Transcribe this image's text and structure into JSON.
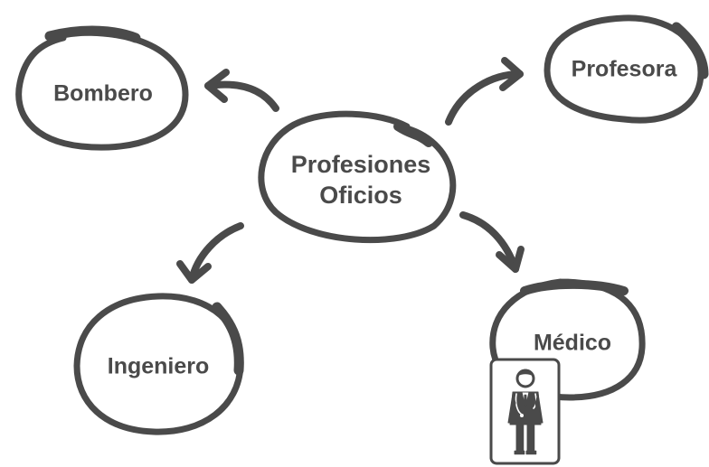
{
  "center": {
    "line1": "Profesiones",
    "line2": "Oficios"
  },
  "nodes": {
    "bombero": "Bombero",
    "profesora": "Profesora",
    "ingeniero": "Ingeniero",
    "medico": "Médico"
  },
  "colors": {
    "stroke": "#4a4a4a",
    "text": "#4a4a4a",
    "background": "#ffffff"
  },
  "icons": {
    "doctor_card": "doctor-icon"
  }
}
